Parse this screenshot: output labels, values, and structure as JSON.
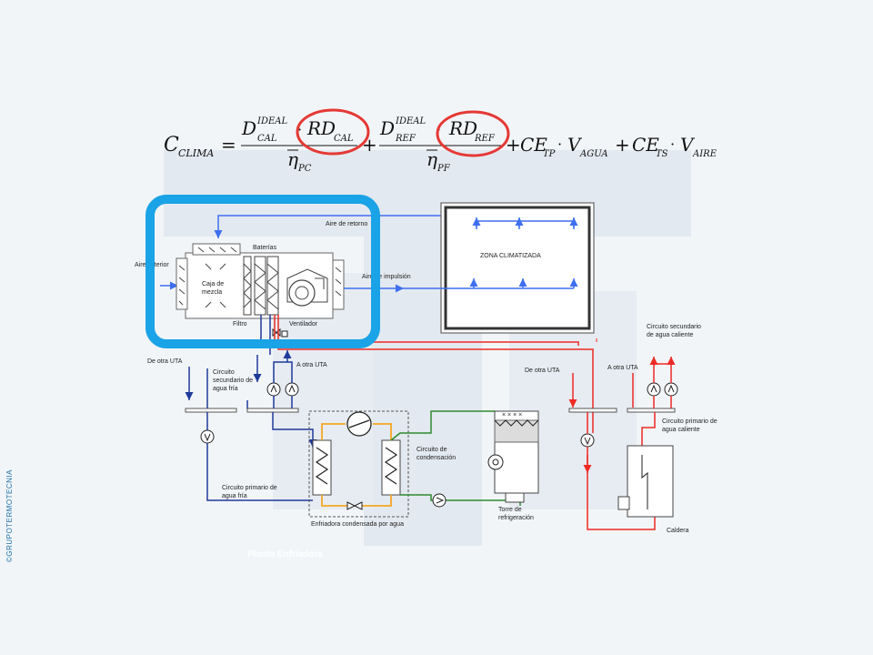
{
  "formula": {
    "lhs": "C",
    "lhs_sub": "CLIMA",
    "term1_num_d": "D",
    "term1_num_sup": "IDEAL",
    "term1_num_sub": "CAL",
    "term1_rd": "RD",
    "term1_rd_sub": "CAL",
    "term1_den": "η",
    "term1_den_sub": "PC",
    "term2_num_d": "D",
    "term2_num_sup": "IDEAL",
    "term2_num_sub": "REF",
    "term2_rd": "RD",
    "term2_rd_sub": "REF",
    "term2_den": "η",
    "term2_den_sub": "PF",
    "term3_ce": "CE",
    "term3_ce_sub": "TP",
    "term3_v": "V",
    "term3_v_sub": "AGUA",
    "term4_ce": "CE",
    "term4_ce_sub": "TS",
    "term4_v": "V",
    "term4_v_sub": "AIRE"
  },
  "labels": {
    "aire_retorno": "Aire de retorno",
    "aire_exterior": "Aire exterior",
    "baterias": "Baterías",
    "caja_mezcla_1": "Caja de",
    "caja_mezcla_2": "mezcla",
    "filtro": "Filtro",
    "ventilador": "Ventilador",
    "aire_impulsion": "Aire de impulsión",
    "zona_climatizada": "ZONA CLIMATIZADA",
    "de_otra_uta_left": "De otra UTA",
    "a_otra_uta_left": "A otra UTA",
    "circ_sec_fria_1": "Circuito",
    "circ_sec_fria_2": "secundario de",
    "circ_sec_fria_3": "agua fría",
    "circ_prim_fria_1": "Circuito primario de",
    "circ_prim_fria_2": "agua fría",
    "circ_cond_1": "Circuito de",
    "circ_cond_2": "condensación",
    "enfriadora": "Enfriadora condensada por agua",
    "torre_1": "Torre de",
    "torre_2": "refrigeración",
    "de_otra_uta_right": "De otra UTA",
    "a_otra_uta_right": "A otra UTA",
    "circ_sec_caliente_1": "Circuito secundario",
    "circ_sec_caliente_2": "de agua caliente",
    "circ_prim_caliente_1": "Circuito primario de",
    "circ_prim_caliente_2": "agua caliente",
    "caldera": "Caldera"
  },
  "caption": "Planta Enfriadora",
  "copyright": "©GRUPOTERMOTECNIA",
  "colors": {
    "highlight_blue": "#1aa3e6",
    "highlight_red": "#e53935",
    "cold_pipe": "#1f3a9a",
    "air_blue": "#3e6ff0",
    "hot_pipe": "#ee2a24",
    "refrigerant": "#f5a623",
    "condenser": "#2e8b2e"
  }
}
